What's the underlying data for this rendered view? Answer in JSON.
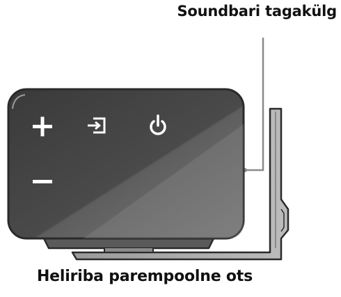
{
  "labels": {
    "back_side": "Soundbari tagakülg",
    "right_end": "Heliriba parempoolne ots"
  },
  "controls": [
    {
      "name": "volume-up-icon",
      "symbol": "+"
    },
    {
      "name": "input-source-icon",
      "symbol": "source"
    },
    {
      "name": "power-icon",
      "symbol": "power"
    },
    {
      "name": "volume-down-icon",
      "symbol": "−"
    }
  ],
  "colors": {
    "body_dark": "#3d3d3d",
    "body_light": "#6e6e6e",
    "outline": "#2a2a2a",
    "leader_line": "#8a8a8a",
    "bracket_fill": "#a8a8a8",
    "icon": "#ffffff"
  }
}
